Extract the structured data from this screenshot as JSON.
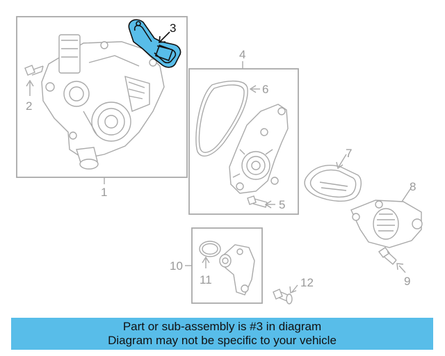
{
  "callouts": {
    "c1": "1",
    "c2": "2",
    "c3": "3",
    "c4": "4",
    "c5": "5",
    "c6": "6",
    "c7": "7",
    "c8": "8",
    "c9": "9",
    "c10": "10",
    "c11": "11",
    "c12": "12"
  },
  "highlight_color": "#58bde9",
  "banner": {
    "line1": "Part or sub-assembly is #3 in diagram",
    "line2": "Diagram may not be specific to your vehicle"
  }
}
